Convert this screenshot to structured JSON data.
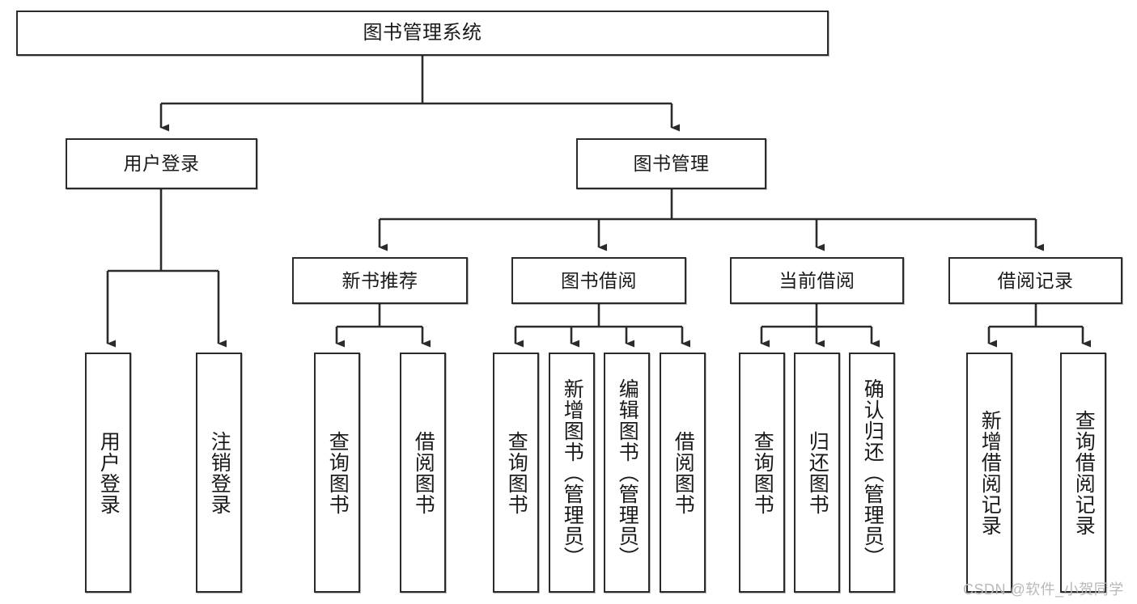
{
  "diagram": {
    "title_node": {
      "label": "图书管理系统"
    },
    "level1": [
      {
        "label": "用户登录"
      },
      {
        "label": "图书管理"
      }
    ],
    "level2": [
      {
        "label": "新书推荐"
      },
      {
        "label": "图书借阅"
      },
      {
        "label": "当前借阅"
      },
      {
        "label": "借阅记录"
      }
    ],
    "leaves": {
      "user_login": [
        {
          "label": "用户登录"
        },
        {
          "label": "注销登录"
        }
      ],
      "new_book_recommend": [
        {
          "label": "查询图书"
        },
        {
          "label": "借阅图书"
        }
      ],
      "book_borrow": [
        {
          "label": "查询图书"
        },
        {
          "label": "新增图书（管理员）"
        },
        {
          "label": "编辑图书（管理员）"
        },
        {
          "label": "借阅图书"
        }
      ],
      "current_borrow": [
        {
          "label": "查询图书"
        },
        {
          "label": "归还图书"
        },
        {
          "label": "确认归还（管理员）"
        }
      ],
      "borrow_record": [
        {
          "label": "新增借阅记录"
        },
        {
          "label": "查询借阅记录"
        }
      ]
    }
  },
  "watermark": {
    "text": "CSDN @软件_小贺同学"
  },
  "colors": {
    "stroke": "#2b2b2b",
    "fill": "#ffffff",
    "text": "#1a1a1a",
    "watermark": "#b9b9b9"
  }
}
